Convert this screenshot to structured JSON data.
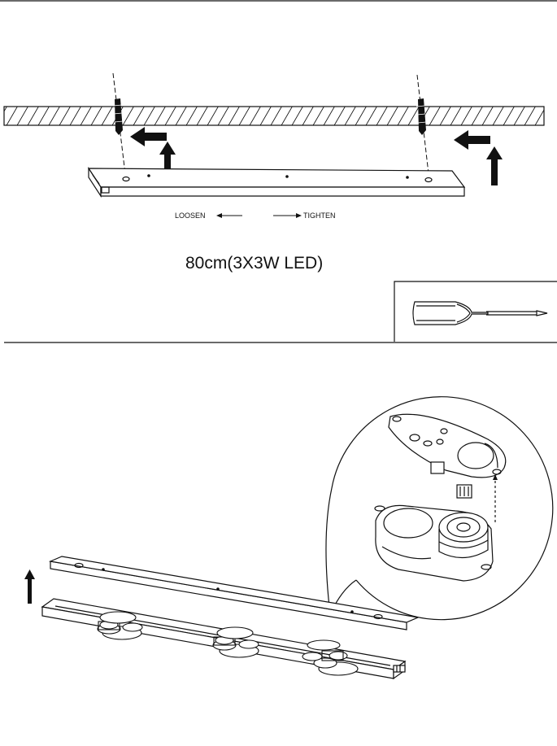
{
  "step1": {
    "loosen_label": "LOOSEN",
    "tighten_label": "TIGHTEN",
    "model_label": "80cm(3X3W LED)"
  },
  "tool": {
    "icon": "screwdriver-icon"
  },
  "step2": {
    "detail_icon": "lamp-holder-detail-icon"
  },
  "colors": {
    "line": "#111111",
    "background": "#ffffff"
  }
}
